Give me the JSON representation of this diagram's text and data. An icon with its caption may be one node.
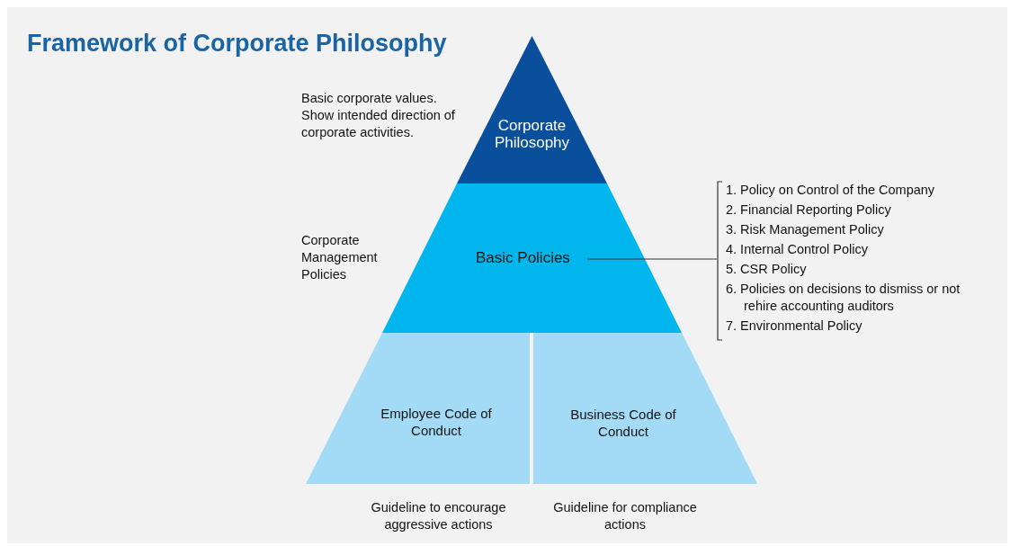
{
  "diagram": {
    "title": "Framework of Corporate Philosophy",
    "nodes": [
      {
        "text": [
          "Corporate Philosophy"
        ],
        "beside": [
          "Basic corporate values. Show intended direction of corporate activities."
        ]
      },
      {
        "text": [
          "Basic Policies"
        ],
        "beside": [
          "Corporate Management Policies"
        ]
      },
      {
        "text": [
          "Employee Code of Conduct"
        ],
        "beside": [
          "Guideline to encourage aggressive actions"
        ]
      },
      {
        "text": [
          "Business Code of Conduct"
        ],
        "beside": [
          "Guideline for compliance actions"
        ]
      },
      {
        "text": [
          "1. Policy on Control of the Company",
          "2. Financial Reporting Policy",
          "3. Risk Management Policy",
          "4. Internal Control Policy",
          "5. CSR Policy",
          "6. Policies on decisions to dismiss or not rehire accounting auditors",
          "7. Environmental Policy"
        ]
      }
    ],
    "edges": [
      {
        "from": 1,
        "to": 4,
        "arrow": "none"
      }
    ]
  }
}
